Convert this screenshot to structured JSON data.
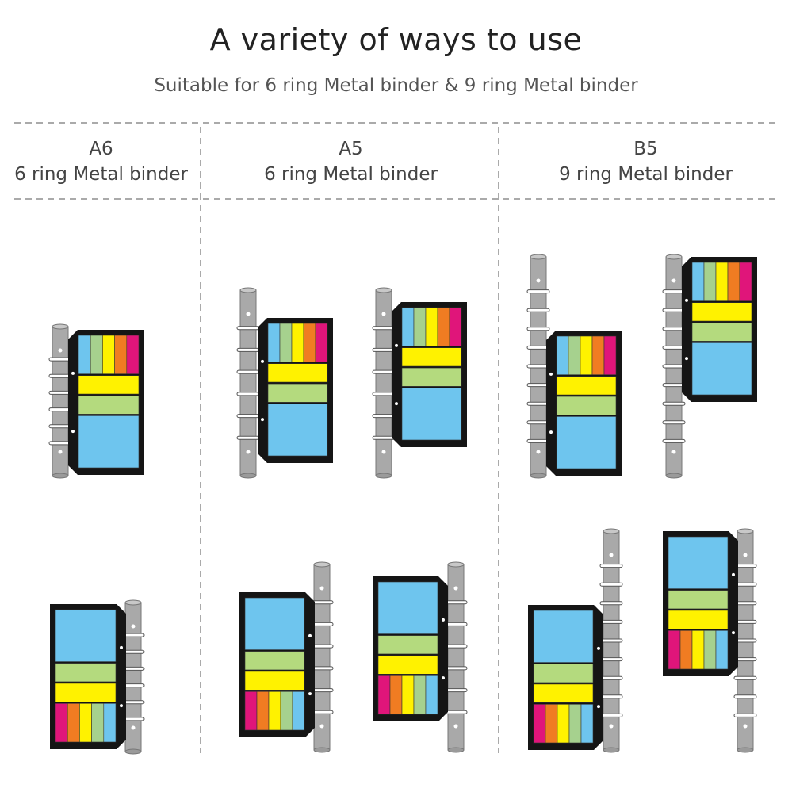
{
  "header": {
    "title": "A variety of ways to use",
    "subtitle": "Suitable for 6 ring Metal binder & 9 ring Metal binder"
  },
  "columns": [
    {
      "size": "A6",
      "binder": "6 ring Metal binder",
      "rings": 6
    },
    {
      "size": "A5",
      "binder": "6 ring Metal binder",
      "rings": 6
    },
    {
      "size": "B5",
      "binder": "9 ring Metal binder",
      "rings": 9
    }
  ],
  "colors": {
    "blue": "#6EC5EE",
    "green": "#B4DA7E",
    "yellow": "#FFF200",
    "orange": "#F07C22",
    "magenta": "#E0157A",
    "pale_green": "#A6D18E",
    "frame": "#151515",
    "rod": "#A9A9A9",
    "divider": "#AAAAAA"
  }
}
